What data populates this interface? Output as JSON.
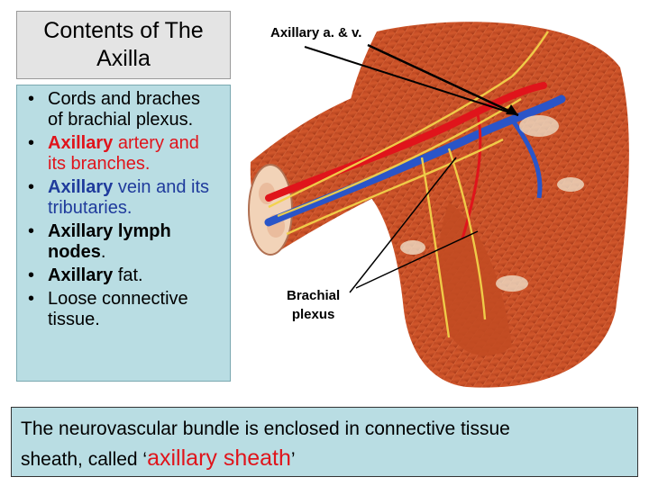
{
  "title": {
    "line1": "Contents of The",
    "line2": "Axilla"
  },
  "bullets": [
    {
      "lines": [
        {
          "parts": [
            {
              "t": "Cords and braches",
              "c": "black"
            }
          ]
        },
        {
          "parts": [
            {
              "t": "of brachial plexus.",
              "c": "black"
            }
          ]
        }
      ]
    },
    {
      "lines": [
        {
          "parts": [
            {
              "t": "Axillary",
              "c": "red",
              "b": true
            },
            {
              "t": " artery and",
              "c": "red"
            }
          ]
        },
        {
          "parts": [
            {
              "t": "its branches.",
              "c": "red"
            }
          ]
        }
      ]
    },
    {
      "lines": [
        {
          "parts": [
            {
              "t": "Axillary",
              "c": "blue",
              "b": true
            },
            {
              "t": " vein and its",
              "c": "blue"
            }
          ]
        },
        {
          "parts": [
            {
              "t": "tributaries.",
              "c": "blue"
            }
          ]
        }
      ]
    },
    {
      "lines": [
        {
          "parts": [
            {
              "t": "Axillary lymph",
              "c": "black",
              "b": true
            }
          ]
        },
        {
          "parts": [
            {
              "t": "nodes",
              "c": "black",
              "b": true
            },
            {
              "t": ".",
              "c": "black"
            }
          ]
        }
      ]
    },
    {
      "lines": [
        {
          "parts": [
            {
              "t": "Axillary",
              "c": "black",
              "b": true
            },
            {
              "t": " fat.",
              "c": "black"
            }
          ]
        }
      ]
    },
    {
      "lines": [
        {
          "parts": [
            {
              "t": "Loose connective",
              "c": "black"
            }
          ]
        },
        {
          "parts": [
            {
              "t": "tissue.",
              "c": "black"
            }
          ]
        }
      ]
    }
  ],
  "labels": {
    "vessels": "Axillary a. & v.",
    "plexus_line1": "Brachial",
    "plexus_line2": "plexus"
  },
  "footer": {
    "line1": "The neurovascular bundle is enclosed in connective tissue",
    "line2_prefix": "sheath, called ‘",
    "emphasis": "axillary sheath",
    "line2_suffix": "’"
  },
  "colors": {
    "accent_red": "#e0141b",
    "accent_blue": "#1f3b9c",
    "box_fill": "#b9dde3",
    "title_fill": "#e4e4e4"
  }
}
